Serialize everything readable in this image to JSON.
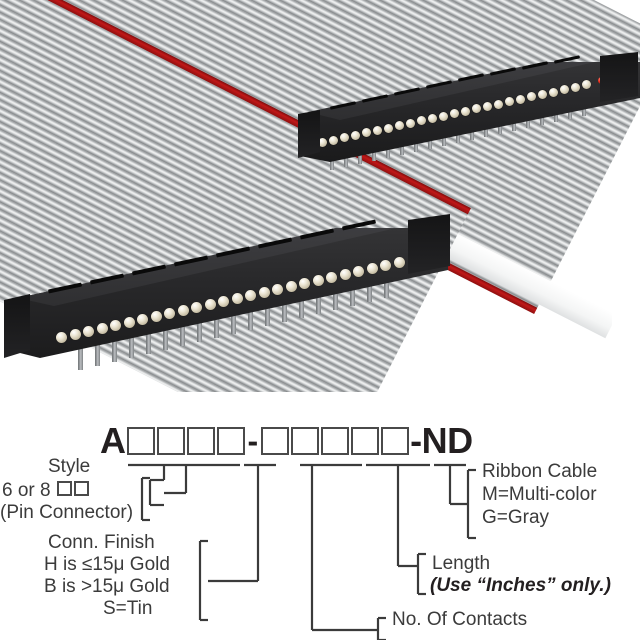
{
  "product_photo": {
    "description": "Two IDC ribbon cable assemblies with black card-edge style connectors",
    "ribbon_cable": {
      "conductor_color": "#b3b6b8",
      "stripe_color": "#c21818",
      "jacket_color": "#ffffff"
    },
    "connector": {
      "body_color": "#252527",
      "contact_color": "#ece6d4",
      "pin1_marker_color": "#e02a18",
      "leg_color": "#9a9da0",
      "contact_count": 26
    }
  },
  "part_number": {
    "prefix": "A",
    "dash": "-",
    "suffix": "-ND",
    "group1_boxes": 4,
    "group2_boxes": 5
  },
  "callouts": {
    "style": {
      "title": "Style",
      "line2_prefix": "6 or 8",
      "line3": "(Pin Connector)",
      "mini_boxes": 2
    },
    "conn_finish": {
      "title": "Conn. Finish",
      "line2": "H is ≤15μ  Gold",
      "line3": "B is >15μ  Gold",
      "line4": "S=Tin"
    },
    "contacts": {
      "title": "No. Of Contacts"
    },
    "length": {
      "title": "Length",
      "note": "(Use “Inches” only.)"
    },
    "ribbon_cable": {
      "title": "Ribbon Cable",
      "line2": "M=Multi-color",
      "line3": "G=Gray"
    }
  },
  "colors": {
    "line": "#3b3b3b",
    "text": "#3b3b3b",
    "bold_text": "#231f20",
    "box_border": "#4a4a4a",
    "background": "#ffffff"
  }
}
